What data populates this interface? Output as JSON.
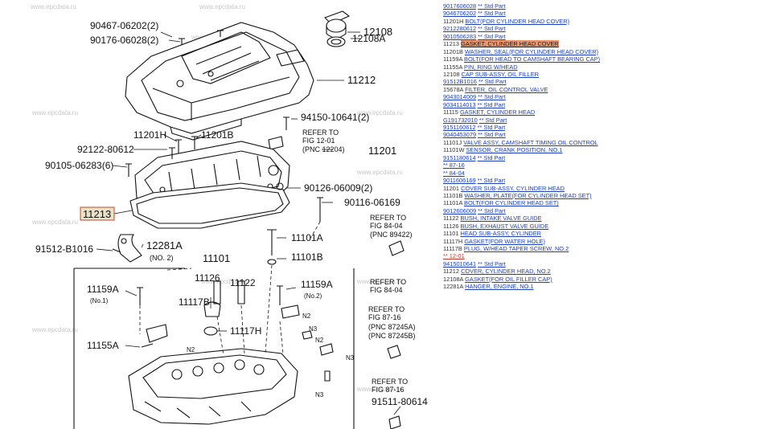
{
  "watermark": "www.epcdata.ru",
  "diagram": {
    "callouts": {
      "c90467": "90467-06202(2)",
      "c90176": "90176-06028(2)",
      "c12108": "12108",
      "c12108A": "12108A",
      "c11212": "11212",
      "c94150": "94150-10641(2)",
      "c11201H": "11201H",
      "c11201B": "11201B",
      "c92122": "92122-80612",
      "ref1a": "REFER TO",
      "ref1b": "FIG 12-01",
      "ref1c": "(PNC 12204)",
      "c11201": "11201",
      "c90105": "90105-06283(6)",
      "c90126": "90126-06009(2)",
      "c11213": "11213",
      "c90116": "90116-06169",
      "ref2a": "REFER TO",
      "ref2b": "FIG 84-04",
      "ref2c": "(PNC 89422)",
      "c91512": "91512-B1016",
      "c12281A": "12281A",
      "c12281no": "(NO. 2)",
      "c11101A": "11101A",
      "c11101B": "11101B",
      "c11101": "11101",
      "c11126": "11126",
      "c11122": "11122",
      "c11159A1": "11159A",
      "c11159A1no": "(No.1)",
      "c11159A2": "11159A",
      "c11159A2no": "(No.2)",
      "ref3a": "REFER TO",
      "ref3b": "FIG 84-04",
      "c11117B": "11117B",
      "c11117H": "11117H",
      "ref4a": "REFER TO",
      "ref4b": "FIG 87-16",
      "ref4c": "(PNC 87245A)",
      "ref4d": "(PNC 87245B)",
      "c11155A": "11155A",
      "ref5a": "REFER TO",
      "ref5b": "FIG 87-16",
      "c91511": "91511-80614",
      "n2a": "N2",
      "n2b": "N2",
      "n2c": "N2",
      "n3a": "N3",
      "n3b": "N3",
      "n3c": "N3"
    }
  },
  "parts_list": [
    {
      "code": "9017606028",
      "desc": "** Std Part",
      "style": "link-only"
    },
    {
      "code": "9046706202",
      "desc": "** Std Part",
      "style": "link-only"
    },
    {
      "code": "11201H",
      "desc": "BOLT(FOR CYLINDER HEAD COVER)",
      "style": "normal"
    },
    {
      "code": "9212280612",
      "desc": "** Std Part",
      "style": "link-only"
    },
    {
      "code": "9010506283",
      "desc": "** Std Part",
      "style": "link-only"
    },
    {
      "code": "11213",
      "desc": "GASKET, CYLINDER HEAD COVER",
      "style": "selected"
    },
    {
      "code": "11201B",
      "desc": "WASHER, SEAL(FOR CYLINDER HEAD COVER)",
      "style": "normal"
    },
    {
      "code": "11159A",
      "desc": "BOLT(FOR HEAD TO CAMSHAFT BEARING CAP)",
      "style": "normal"
    },
    {
      "code": "11155A",
      "desc": "PIN, RING W/HEAD",
      "style": "normal"
    },
    {
      "code": "12108",
      "desc": "CAP SUB-ASSY, OIL FILLER",
      "style": "normal"
    },
    {
      "code": "91512B1016",
      "desc": "** Std Part",
      "style": "link-only"
    },
    {
      "code": "15678A",
      "desc": "FILTER, OIL CONTROL VALVE",
      "style": "normal"
    },
    {
      "code": "9043014009",
      "desc": "** Std Part",
      "style": "link-only"
    },
    {
      "code": "9034114013",
      "desc": "** Std Part",
      "style": "link-only"
    },
    {
      "code": "11115",
      "desc": "GASKET, CYLINDER HEAD",
      "style": "normal"
    },
    {
      "code": "G191732010",
      "desc": "** Std Part",
      "style": "link-only"
    },
    {
      "code": "9151160612",
      "desc": "** Std Part",
      "style": "link-only"
    },
    {
      "code": "9040453079",
      "desc": "** Std Part",
      "style": "link-only"
    },
    {
      "code": "11101J",
      "desc": "VALVE ASSY, CAMSHAFT TIMING OIL CONTROL",
      "style": "normal"
    },
    {
      "code": "11101W",
      "desc": "SENSOR, CRANK POSITION, NO.1",
      "style": "normal"
    },
    {
      "code": "9151180614",
      "desc": "** Std Part",
      "style": "link-only"
    },
    {
      "code": "",
      "desc": "** 87-16",
      "style": "ref"
    },
    {
      "code": "",
      "desc": "** 84-04",
      "style": "ref"
    },
    {
      "code": "9011606169",
      "desc": "** Std Part",
      "style": "link-only"
    },
    {
      "code": "11201",
      "desc": "COVER SUB-ASSY, CYLINDER HEAD",
      "style": "normal"
    },
    {
      "code": "11101B",
      "desc": "WASHER, PLATE(FOR CYLINDER HEAD SET)",
      "style": "normal"
    },
    {
      "code": "11101A",
      "desc": "BOLT(FOR CYLINDER HEAD SET)",
      "style": "normal"
    },
    {
      "code": "9012606009",
      "desc": "** Std Part",
      "style": "link-only"
    },
    {
      "code": "11122",
      "desc": "BUSH, INTAKE VALVE GUIDE",
      "style": "normal"
    },
    {
      "code": "11126",
      "desc": "BUSH, EXHAUST VALVE GUIDE",
      "style": "normal"
    },
    {
      "code": "11101",
      "desc": "HEAD SUB-ASSY, CYLINDER",
      "style": "normal"
    },
    {
      "code": "11117H",
      "desc": "GASKET(FOR WATER HOLE)",
      "style": "normal"
    },
    {
      "code": "11117B",
      "desc": "PLUG, W/HEAD TAPER SCREW, NO.2",
      "style": "normal"
    },
    {
      "code": "",
      "desc": "** 12-01",
      "style": "ref-red"
    },
    {
      "code": "9415010641",
      "desc": "** Std Part",
      "style": "link-only"
    },
    {
      "code": "11212",
      "desc": "COVER, CYLINDER HEAD, NO.2",
      "style": "normal"
    },
    {
      "code": "12108A",
      "desc": "GASKET(FOR OIL FILLER CAP)",
      "style": "normal"
    },
    {
      "code": "12281A",
      "desc": "HANGER, ENGINE, NO.1",
      "style": "normal"
    }
  ]
}
